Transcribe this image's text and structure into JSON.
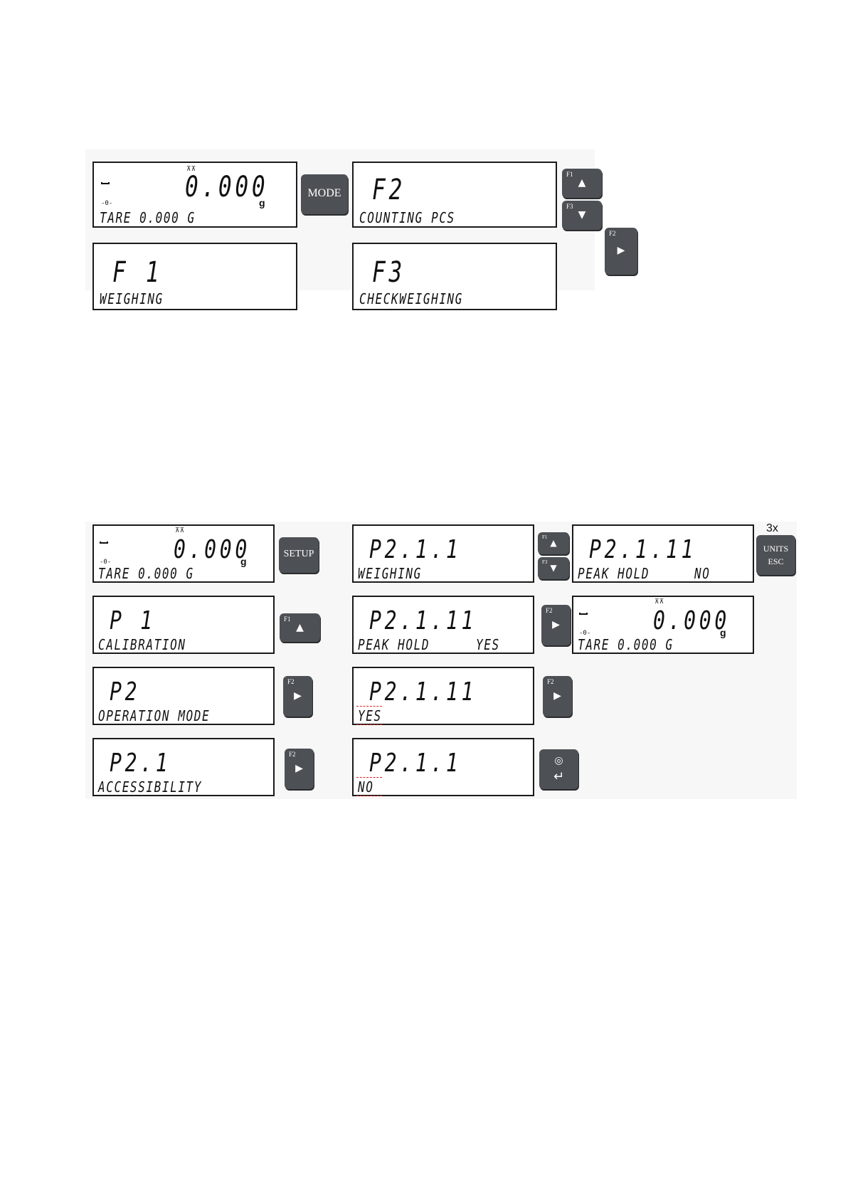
{
  "mode_section": {
    "home": {
      "value": "0.000",
      "unit": "g",
      "tare": "TARE 0.000 G",
      "zero": "-0-"
    },
    "f1": {
      "code": "F 1",
      "name": "WEIGHING"
    },
    "f2": {
      "code": "F2",
      "name": "COUNTING PCS"
    },
    "f3": {
      "code": "F3",
      "name": "CHECKWEIGHING"
    },
    "keys": {
      "mode": "MODE",
      "up_label": "F1",
      "down_label": "F3",
      "right_label": "F2"
    }
  },
  "setup_section": {
    "home": {
      "value": "0.000",
      "unit": "g",
      "tare": "TARE 0.000 G",
      "zero": "-0-"
    },
    "p1": {
      "code": "P 1",
      "name": "CALIBRATION"
    },
    "p2": {
      "code": "P2",
      "name": "OPERATION MODE"
    },
    "p21": {
      "code": "P2.1",
      "name": "ACCESSIBILITY"
    },
    "p211": {
      "code": "P2.1.1",
      "name": "WEIGHING"
    },
    "p2111_yes": {
      "code": "P2.1.11",
      "name": "PEAK HOLD",
      "value": "YES"
    },
    "p2111_edit": {
      "code": "P2.1.11",
      "value": "YES"
    },
    "p211_no": {
      "code": "P2.1.1",
      "value": "NO"
    },
    "p2111_no": {
      "code": "P2.1.11",
      "name": "PEAK HOLD",
      "value": "NO"
    },
    "final": {
      "value": "0.000",
      "unit": "g",
      "tare": "TARE 0.000 G",
      "zero": "-0-"
    },
    "keys": {
      "setup": "SETUP",
      "units": "UNITS",
      "esc": "ESC",
      "times": "3x",
      "up_label": "F1",
      "down_label": "F3",
      "right_label": "F2"
    }
  },
  "icons": {
    "up": "up-arrow-icon",
    "down": "down-arrow-icon",
    "right": "right-arrow-icon",
    "enter": "enter-icon",
    "stable": "stable-icon"
  },
  "colors": {
    "key": "#4d5155",
    "blink": "#d22222"
  }
}
